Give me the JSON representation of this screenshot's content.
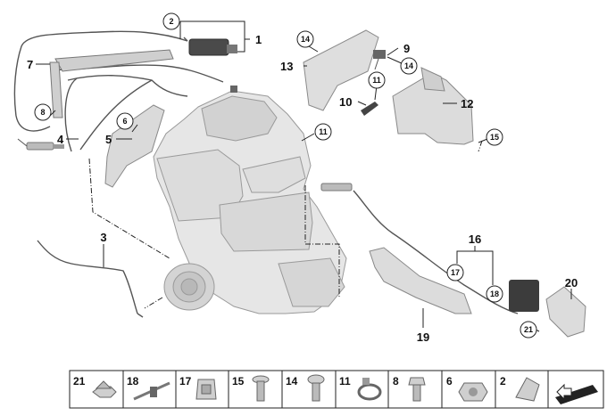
{
  "diagram": {
    "callouts": [
      {
        "id": "c1",
        "label": "1"
      },
      {
        "id": "c2",
        "label": "2"
      },
      {
        "id": "c3",
        "label": "3"
      },
      {
        "id": "c4",
        "label": "4"
      },
      {
        "id": "c5",
        "label": "5"
      },
      {
        "id": "c6",
        "label": "6"
      },
      {
        "id": "c7",
        "label": "7"
      },
      {
        "id": "c8",
        "label": "8"
      },
      {
        "id": "c9",
        "label": "9"
      },
      {
        "id": "c10",
        "label": "10"
      },
      {
        "id": "c11a",
        "label": "11"
      },
      {
        "id": "c11b",
        "label": "11"
      },
      {
        "id": "c12",
        "label": "12"
      },
      {
        "id": "c13",
        "label": "13"
      },
      {
        "id": "c14a",
        "label": "14"
      },
      {
        "id": "c14b",
        "label": "14"
      },
      {
        "id": "c15",
        "label": "15"
      },
      {
        "id": "c16",
        "label": "16"
      },
      {
        "id": "c17",
        "label": "17"
      },
      {
        "id": "c18",
        "label": "18"
      },
      {
        "id": "c19",
        "label": "19"
      },
      {
        "id": "c20",
        "label": "20"
      },
      {
        "id": "c21",
        "label": "21"
      }
    ]
  },
  "legend": {
    "items": [
      {
        "num": "21",
        "icon": "hex-flange-nut-icon"
      },
      {
        "num": "18",
        "icon": "cable-tie-icon"
      },
      {
        "num": "17",
        "icon": "clip-nut-icon"
      },
      {
        "num": "15",
        "icon": "torx-screw-icon"
      },
      {
        "num": "14",
        "icon": "round-head-screw-icon"
      },
      {
        "num": "11",
        "icon": "hose-clamp-icon"
      },
      {
        "num": "8",
        "icon": "hex-bolt-icon"
      },
      {
        "num": "6",
        "icon": "collar-nut-icon"
      },
      {
        "num": "2",
        "icon": "cable-holder-icon"
      },
      {
        "num": "",
        "icon": "arrow-sign-icon"
      }
    ]
  }
}
